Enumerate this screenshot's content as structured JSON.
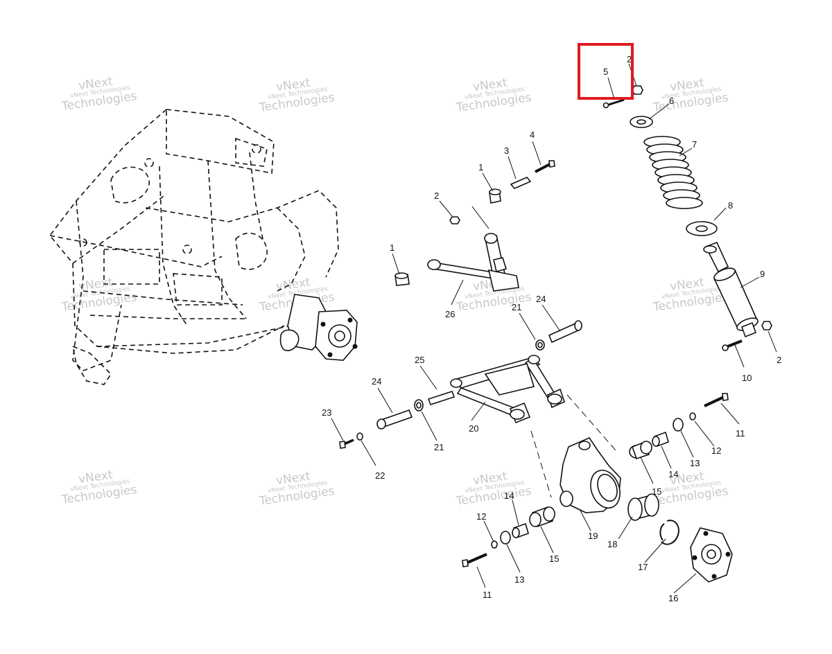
{
  "diagram": {
    "callouts": [
      {
        "id": "c-5",
        "label": "5"
      },
      {
        "id": "c-2a",
        "label": "2"
      },
      {
        "id": "c-6",
        "label": "6"
      },
      {
        "id": "c-7",
        "label": "7"
      },
      {
        "id": "c-8",
        "label": "8"
      },
      {
        "id": "c-9",
        "label": "9"
      },
      {
        "id": "c-2b",
        "label": "2"
      },
      {
        "id": "c-10",
        "label": "10"
      },
      {
        "id": "c-4",
        "label": "4"
      },
      {
        "id": "c-3",
        "label": "3"
      },
      {
        "id": "c-1a",
        "label": "1"
      },
      {
        "id": "c-2c",
        "label": "2"
      },
      {
        "id": "c-1b",
        "label": "1"
      },
      {
        "id": "c-26",
        "label": "26"
      },
      {
        "id": "c-21a",
        "label": "21"
      },
      {
        "id": "c-24a",
        "label": "24"
      },
      {
        "id": "c-25",
        "label": "25"
      },
      {
        "id": "c-24b",
        "label": "24"
      },
      {
        "id": "c-20",
        "label": "20"
      },
      {
        "id": "c-21b",
        "label": "21"
      },
      {
        "id": "c-23",
        "label": "23"
      },
      {
        "id": "c-22",
        "label": "22"
      },
      {
        "id": "c-11a",
        "label": "11"
      },
      {
        "id": "c-12a",
        "label": "12"
      },
      {
        "id": "c-13a",
        "label": "13"
      },
      {
        "id": "c-14a",
        "label": "14"
      },
      {
        "id": "c-15a",
        "label": "15"
      },
      {
        "id": "c-14b",
        "label": "14"
      },
      {
        "id": "c-12b",
        "label": "12"
      },
      {
        "id": "c-13b",
        "label": "13"
      },
      {
        "id": "c-15b",
        "label": "15"
      },
      {
        "id": "c-11b",
        "label": "11"
      },
      {
        "id": "c-19",
        "label": "19"
      },
      {
        "id": "c-18",
        "label": "18"
      },
      {
        "id": "c-17",
        "label": "17"
      },
      {
        "id": "c-16",
        "label": "16"
      }
    ],
    "watermark": {
      "line1": "vNext Technologies",
      "line2": "Technologies",
      "line3": "vNext"
    },
    "highlight_color": "#e0191f",
    "line_color": "#111111"
  }
}
